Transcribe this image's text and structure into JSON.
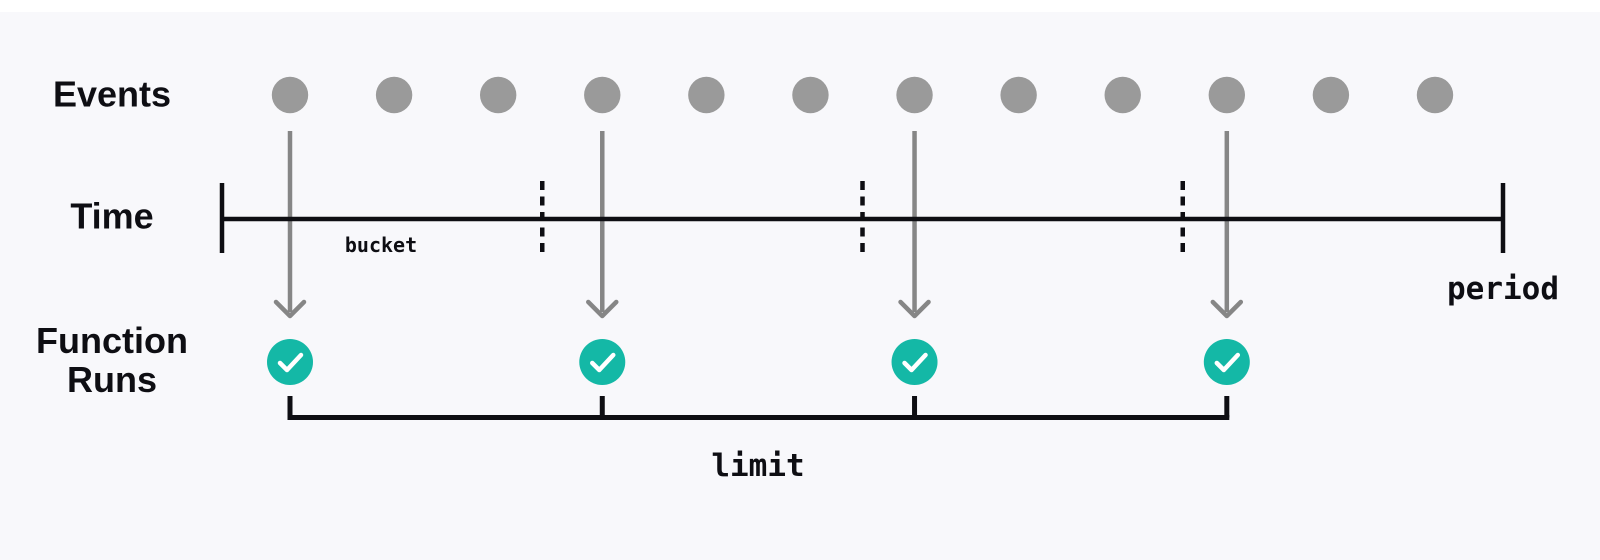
{
  "diagram": {
    "row_labels": {
      "events": "Events",
      "time": "Time",
      "function_runs": "Function Runs"
    },
    "annotations": {
      "bucket": "bucket",
      "period": "period",
      "limit": "limit"
    },
    "events": {
      "count": 12,
      "triggering_indices": [
        0,
        3,
        6,
        9
      ]
    },
    "timeline": {
      "bucket_count": 4,
      "divider_count": 3
    },
    "function_runs": {
      "count": 4,
      "status_icon": "check-icon"
    },
    "icons": {
      "event_flow": "arrow-down-icon",
      "run_status": "check-icon"
    },
    "colors": {
      "background": "#f8f8fb",
      "event_dot": "#9a9a9a",
      "arrow": "#868686",
      "line": "#0e0e13",
      "run_success": "#14b8a6",
      "check": "#ffffff"
    }
  }
}
